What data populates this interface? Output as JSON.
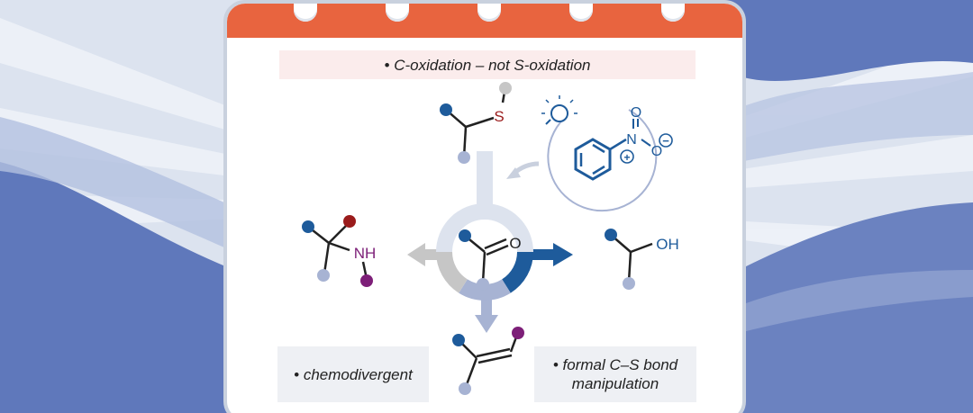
{
  "features": {
    "top": "• C-oxidation – not S-oxidation",
    "left": "• chemodivergent",
    "right_line1": "• formal C–S bond",
    "right_line2": "manipulation"
  },
  "atoms": {
    "sulfur": "S",
    "nitro_n": "N",
    "nitro_o1": "O",
    "nitro_o2": "O",
    "plus": "+",
    "minus": "−",
    "carbonyl_o": "O",
    "hydroxyl": "OH",
    "amine": "NH"
  },
  "colors": {
    "header": "#e8643f",
    "background": "#5f78bb",
    "navy": "#1e5b9b",
    "lightblue": "#a7b3d3",
    "darkred": "#9a1b1b",
    "purple": "#7d1f78",
    "grey": "#c6c6c6"
  },
  "icons": [
    "lightbulb-icon",
    "nitrobenzene-icon"
  ]
}
